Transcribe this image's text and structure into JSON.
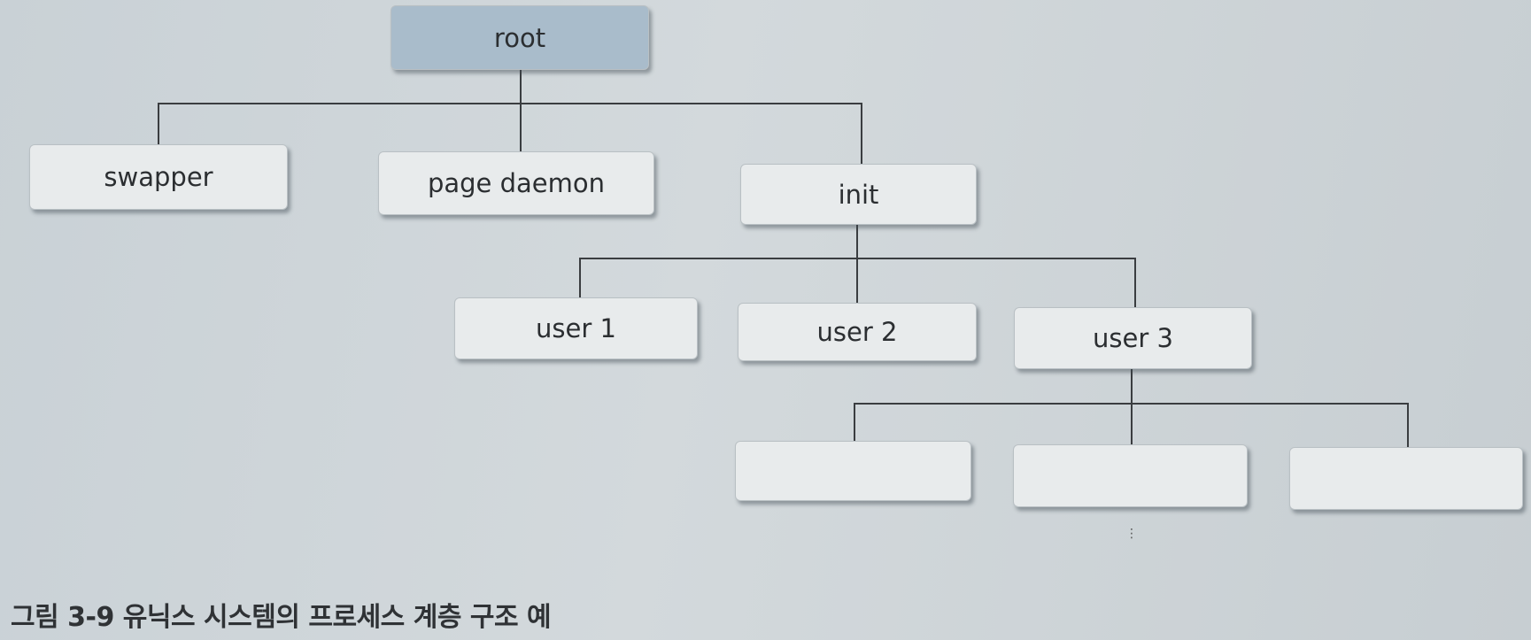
{
  "nodes": {
    "root": "root",
    "swapper": "swapper",
    "page_daemon": "page daemon",
    "init": "init",
    "user1": "user 1",
    "user2": "user 2",
    "user3": "user 3"
  },
  "continuation": "⋮",
  "caption": "그림 3-9  유닉스 시스템의 프로세스 계층 구조 예"
}
